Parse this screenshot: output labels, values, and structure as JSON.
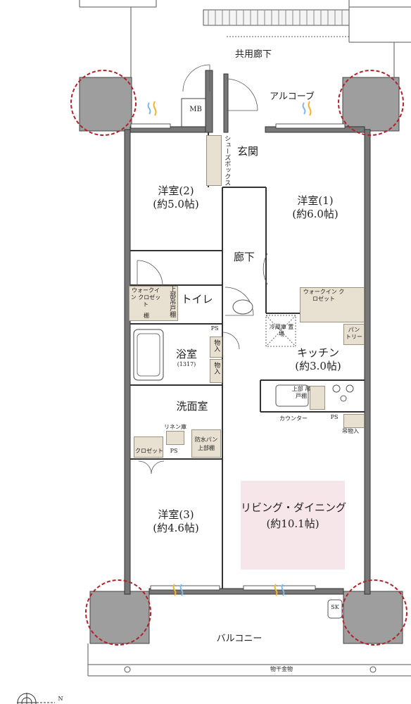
{
  "rooms": {
    "western2": {
      "name": "洋室(2)",
      "size": "(約5.0帖)"
    },
    "western1": {
      "name": "洋室(1)",
      "size": "(約6.0帖)"
    },
    "western3": {
      "name": "洋室(3)",
      "size": "(約4.6帖)"
    },
    "kitchen": {
      "name": "キッチン",
      "size": "(約3.0帖)"
    },
    "living": {
      "name": "リビング・ダイニング",
      "size": "(約10.1帖)"
    },
    "bath": {
      "name": "浴室",
      "size": "(1317)"
    },
    "washroom": {
      "name": "洗面室"
    },
    "entrance": {
      "name": "玄関"
    },
    "hallway": {
      "name": "廊下"
    },
    "toilet": {
      "name": "トイレ"
    }
  },
  "labels": {
    "corridor": "共用廊下",
    "alcove": "アルコーブ",
    "mb": "MB",
    "shoebox": "シューズボックス",
    "walkin_left": "ウォークイン クロゼット",
    "walkin_right": "ウォークイン クロゼット",
    "shelf": "棚",
    "upper_shelf": "上部吊戸棚",
    "fridge": "冷蔵庫 置場",
    "pantry": "パン トリー",
    "storage1": "物入",
    "storage2": "物入",
    "ps1": "PS",
    "ps2": "PS",
    "ps3": "PS",
    "kitchen_upper": "上部 吊戸棚",
    "counter": "カウンター",
    "hanging_storage": "吊物入",
    "linen": "リネン庫",
    "waterproof_pan": "防水パン",
    "upper_shelf2": "上部棚",
    "closet": "クロゼット",
    "balcony": "バルコニー",
    "clothes_hanger": "物干金物",
    "sk": "SK",
    "north": "N"
  },
  "colors": {
    "wall": "#333333",
    "column": "#9e9e9e",
    "living_fill": "#f6e6ea",
    "storage_fill": "#e8e0d0",
    "column_ring": "#b0232a",
    "vent_warm": "#f2b233",
    "vent_cool": "#7fb8e6"
  }
}
